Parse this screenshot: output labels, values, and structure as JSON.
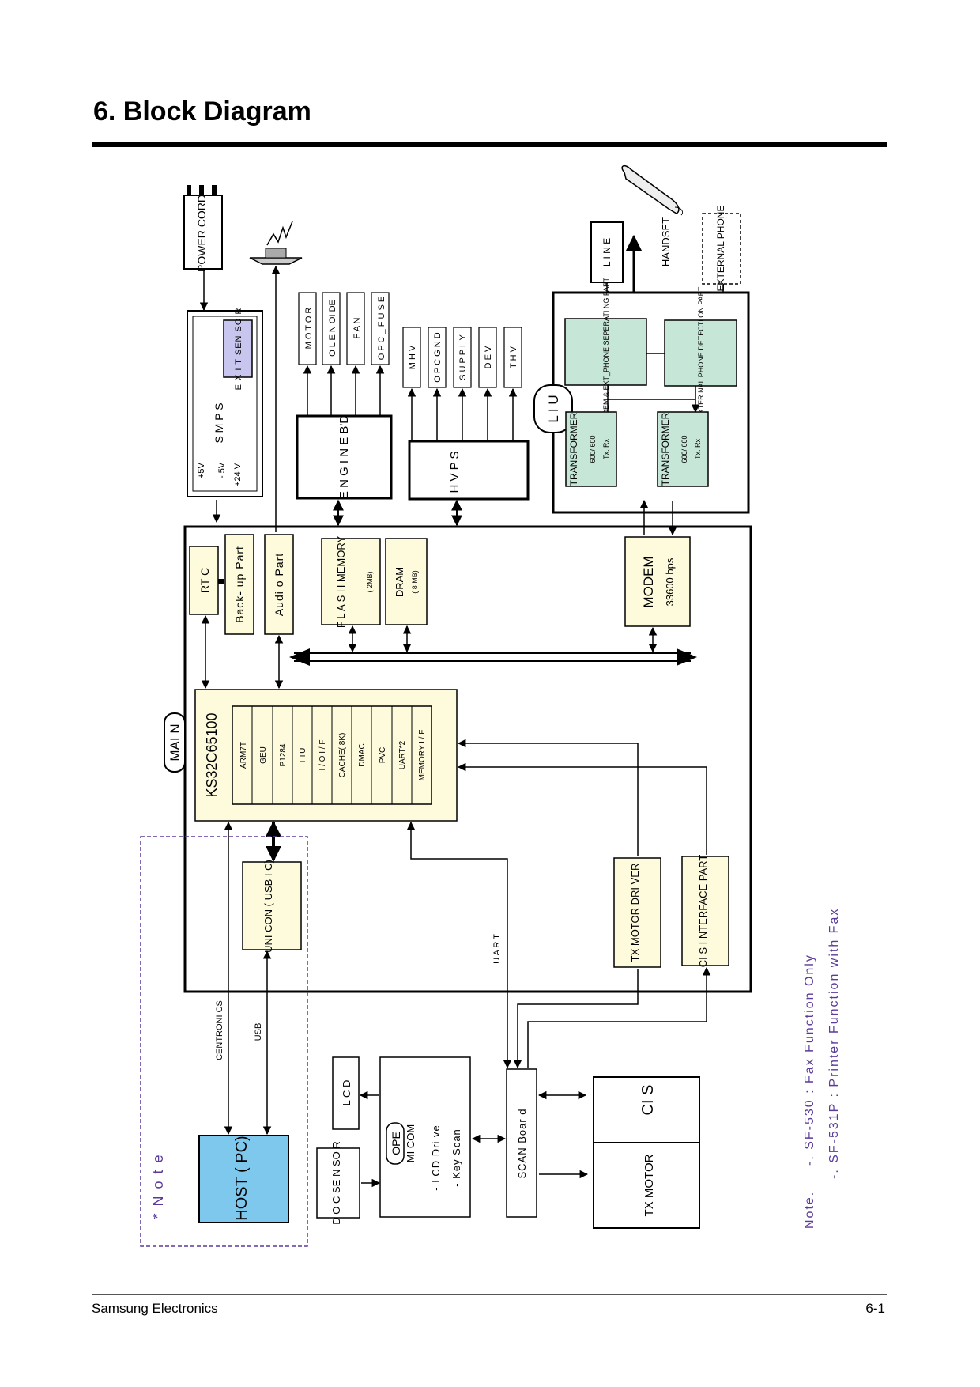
{
  "page": {
    "title": "6. Block Diagram",
    "footer_left": "Samsung Electronics",
    "footer_right": "6-1"
  },
  "colors": {
    "ivory": "#fdfbdc",
    "teal": "#c6e7d8",
    "lavender": "#c8c6ee",
    "host_blue": "#7ec8ee",
    "note_purple": "#5a3a9a"
  },
  "diagram": {
    "power_cord": "POWER CORD",
    "smps": {
      "label": "S M P S",
      "exit_sensor": "E X I T SEN SO R",
      "voltages": [
        "+5V",
        "- 5V",
        "+24 V"
      ]
    },
    "speaker_icon": "speaker-icon",
    "engine": {
      "label": "E N G I N E B'D",
      "outputs": [
        "M O T O R",
        "O L E N OI DE",
        "F A N",
        "O P C _ F U S E"
      ]
    },
    "hvps": {
      "label": "H V P S",
      "outputs": [
        "M H V",
        "O P C G N D",
        "S U P P L Y",
        "D E V",
        "T H V"
      ]
    },
    "liu": {
      "label": "L I U",
      "modem_sep": "MODEM & EXT_PHONE SEPERATI NG PART",
      "ext_detect": "EXTER NAL PHONE DETECTI ON PART",
      "transformer": "TRANSFORMER",
      "transformer_sub1": "600/ 600",
      "transformer_sub2": "Tx. Rx"
    },
    "line": "L I N E",
    "handset": "HANDSET",
    "external_phone": "EXTERNAL PHONE",
    "main_label": "MAI N",
    "rtc": "RT C",
    "backup": "Back- up Part",
    "audio": "Audi o Part",
    "flash": "F L A S H MEMORY",
    "flash_size": "( 2MB)",
    "dram": "DRAM",
    "dram_size": "( 8 MB)",
    "modem": "MODEM",
    "modem_speed": "33600 bps",
    "soc": {
      "name": "KS32C65100",
      "blocks": [
        "ARM7T",
        "GEU",
        "P1284",
        "I TU",
        "I / O I / F",
        "CACHE( 8K)",
        "DMAC",
        "PVC",
        "UART*2",
        "MEMORY I / F"
      ]
    },
    "unicon": "UNI CON ( USB I C)",
    "tx_motor_driver": "TX MOTOR DRI VER",
    "cis_interface": "CI S I NTERFACE PART",
    "uart_label": "U A R T",
    "centronics_label": "CENTRONI CS",
    "usb_label": "USB",
    "host": "HOST ( PC)",
    "lcd": "L C D",
    "doc_sensor": "D O C SE N SO R",
    "ope": "OPE",
    "micom": "MI COM",
    "lcd_drive": "- LCD Dri ve",
    "key_scan": "- Key Scan",
    "scan_board": "SCAN Boar d",
    "cis": "CI S",
    "tx_motor": "TX MOTOR",
    "note_star": "* N o t e",
    "note_text": "Note.",
    "note_lines": [
      "-. SF-530 : Fax Function Only",
      "-. SF-531P : Printer Function with Fax"
    ]
  }
}
